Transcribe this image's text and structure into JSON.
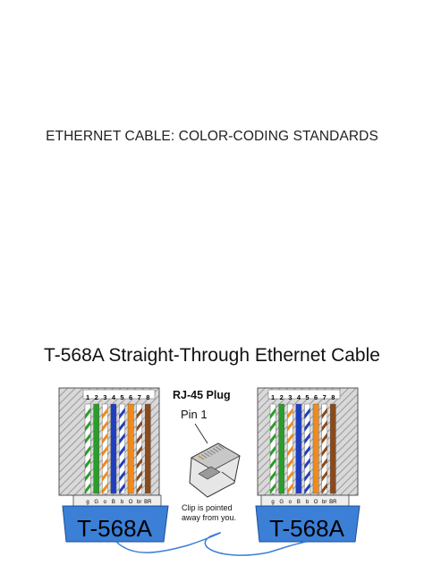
{
  "slide1": {
    "title": "ETHERNET CABLE: COLOR-CODING STANDARDS"
  },
  "slide2": {
    "title": "T-568A Straight-Through Ethernet Cable"
  },
  "diagram": {
    "plug_title": "RJ-45 Plug",
    "pin_label": "Pin 1",
    "clip_note_line1": "Clip is pointed",
    "clip_note_line2": "away from you.",
    "connector_left_label": "T-568A",
    "connector_right_label": "T-568A",
    "pin_numbers": [
      "1",
      "2",
      "3",
      "4",
      "5",
      "6",
      "7",
      "8"
    ],
    "wire_codes": [
      "g",
      "G",
      "o",
      "B",
      "b",
      "O",
      "br",
      "BR"
    ],
    "wire_colors": [
      {
        "base": "#ffffff",
        "stripe": "#2a9d2a"
      },
      {
        "base": "#2a9d2a",
        "stripe": "#2a9d2a"
      },
      {
        "base": "#ffffff",
        "stripe": "#f08a1c"
      },
      {
        "base": "#1f3fbf",
        "stripe": "#1f3fbf"
      },
      {
        "base": "#ffffff",
        "stripe": "#1f3fbf"
      },
      {
        "base": "#f08a1c",
        "stripe": "#f08a1c"
      },
      {
        "base": "#ffffff",
        "stripe": "#8b4a1c"
      },
      {
        "base": "#8b4a1c",
        "stripe": "#8b4a1c"
      }
    ],
    "boot_color": "#3b7fd6",
    "cable_color": "#3b7fd6"
  }
}
